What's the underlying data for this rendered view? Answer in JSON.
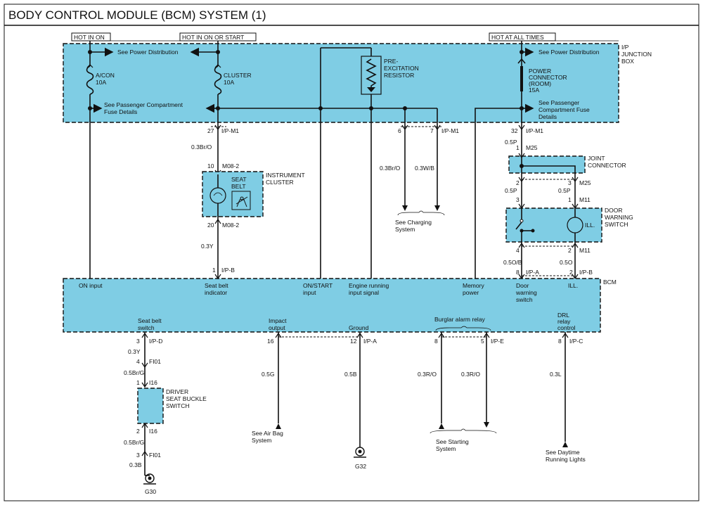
{
  "title": "BODY CONTROL MODULE (BCM) SYSTEM (1)",
  "hot": {
    "on": "HOT IN ON",
    "on_start": "HOT IN ON OR START",
    "always": "HOT AT ALL TIMES"
  },
  "jbox": {
    "label": [
      "I/P",
      "JUNCTION",
      "BOX"
    ],
    "see_power_left": "See Power Distribution",
    "see_power_right": "See Power Distribution",
    "fuse_acon": [
      "A/CON",
      "10A"
    ],
    "fuse_cluster": [
      "CLUSTER",
      "10A"
    ],
    "resistor": [
      "PRE-",
      "EXCITATION",
      "RESISTOR"
    ],
    "power_conn": [
      "POWER",
      "CONNECTOR",
      "(ROOM)",
      "15A"
    ],
    "see_pcf_left": [
      "See Passenger Compartment",
      "Fuse Details"
    ],
    "see_pcf_right": [
      "See Passenger",
      "Compartment Fuse",
      "Details"
    ]
  },
  "connectors": {
    "ipm1_27": "27",
    "ipm1": "I/P-M1",
    "ipm1_6": "6",
    "ipm1_7": "7",
    "ipm1_32": "32",
    "m25_1": "1",
    "m25": "M25",
    "m25_2": "2",
    "m25_3": "3",
    "m11": "M11",
    "m11_3": "3",
    "m11_1": "1",
    "m11_4": "4",
    "m11_2": "2",
    "m082": "M08-2",
    "m082_10": "10",
    "m082_20": "20",
    "ipb_1": "1",
    "ipb": "I/P-B",
    "ipb_2": "2",
    "ipa_8": "8",
    "ipa": "I/P-A",
    "ipd_3": "3",
    "ipd": "I/P-D",
    "fi01_4": "4",
    "fi01": "FI01",
    "fi01_3": "3",
    "i16_1": "1",
    "i16": "I16",
    "i16_2": "2",
    "ipe_16": "16",
    "ipe_5": "5",
    "ipe_8": "8",
    "ipe": "I/P-E",
    "ipa_12": "12",
    "ipc_8": "8",
    "ipc": "I/P-C"
  },
  "wires": {
    "br_o_03": "0.3Br/O",
    "br_o_03b": "0.3Br/O",
    "w_b_03": "0.3W/B",
    "p_05a": "0.5P",
    "p_05b": "0.5P",
    "p_05c": "0.5P",
    "y_03": "0.3Y",
    "o_b_05": "0.5O/B",
    "o_05": "0.5O",
    "y_03b": "0.3Y",
    "br_g_05": "0.5Br/G",
    "br_g_05b": "0.5Br/G",
    "b_03": "0.3B",
    "g_05": "0.5G",
    "b_05": "0.5B",
    "r_o_03a": "0.3R/O",
    "r_o_03b": "0.3R/O",
    "l_03": "0.3L"
  },
  "cluster": {
    "label": [
      "INSTRUMENT",
      "CLUSTER"
    ],
    "seat_belt": [
      "SEAT",
      "BELT"
    ]
  },
  "charging": [
    "See Charging",
    "System"
  ],
  "joint": [
    "JOINT",
    "CONNECTOR"
  ],
  "door_switch": [
    "DOOR",
    "WARNING",
    "SWITCH"
  ],
  "ill": "ILL.",
  "bcm": {
    "label": "BCM",
    "on_input": "ON input",
    "seat_belt_ind": [
      "Seat belt",
      "indicator"
    ],
    "on_start_input": [
      "ON/START",
      "input"
    ],
    "engine_running": [
      "Engine running",
      "input signal"
    ],
    "memory_power": [
      "Memory",
      "power"
    ],
    "door_warning": [
      "Door",
      "warning",
      "switch"
    ],
    "ill": "ILL.",
    "seat_belt_sw": [
      "Seat belt",
      "switch"
    ],
    "impact_output": [
      "Impact",
      "output"
    ],
    "ground": "Ground",
    "burglar": "Burglar alarm relay",
    "drl": [
      "DRL",
      "relay",
      "control"
    ]
  },
  "driver_buckle": [
    "DRIVER",
    "SEAT BUCKLE",
    "SWITCH"
  ],
  "bottom": {
    "airbag": [
      "See Air Bag",
      "System"
    ],
    "starting": [
      "See Starting",
      "System"
    ],
    "drl_lights": [
      "See Daytime",
      "Running Lights"
    ],
    "g32": "G32",
    "g30": "G30"
  }
}
